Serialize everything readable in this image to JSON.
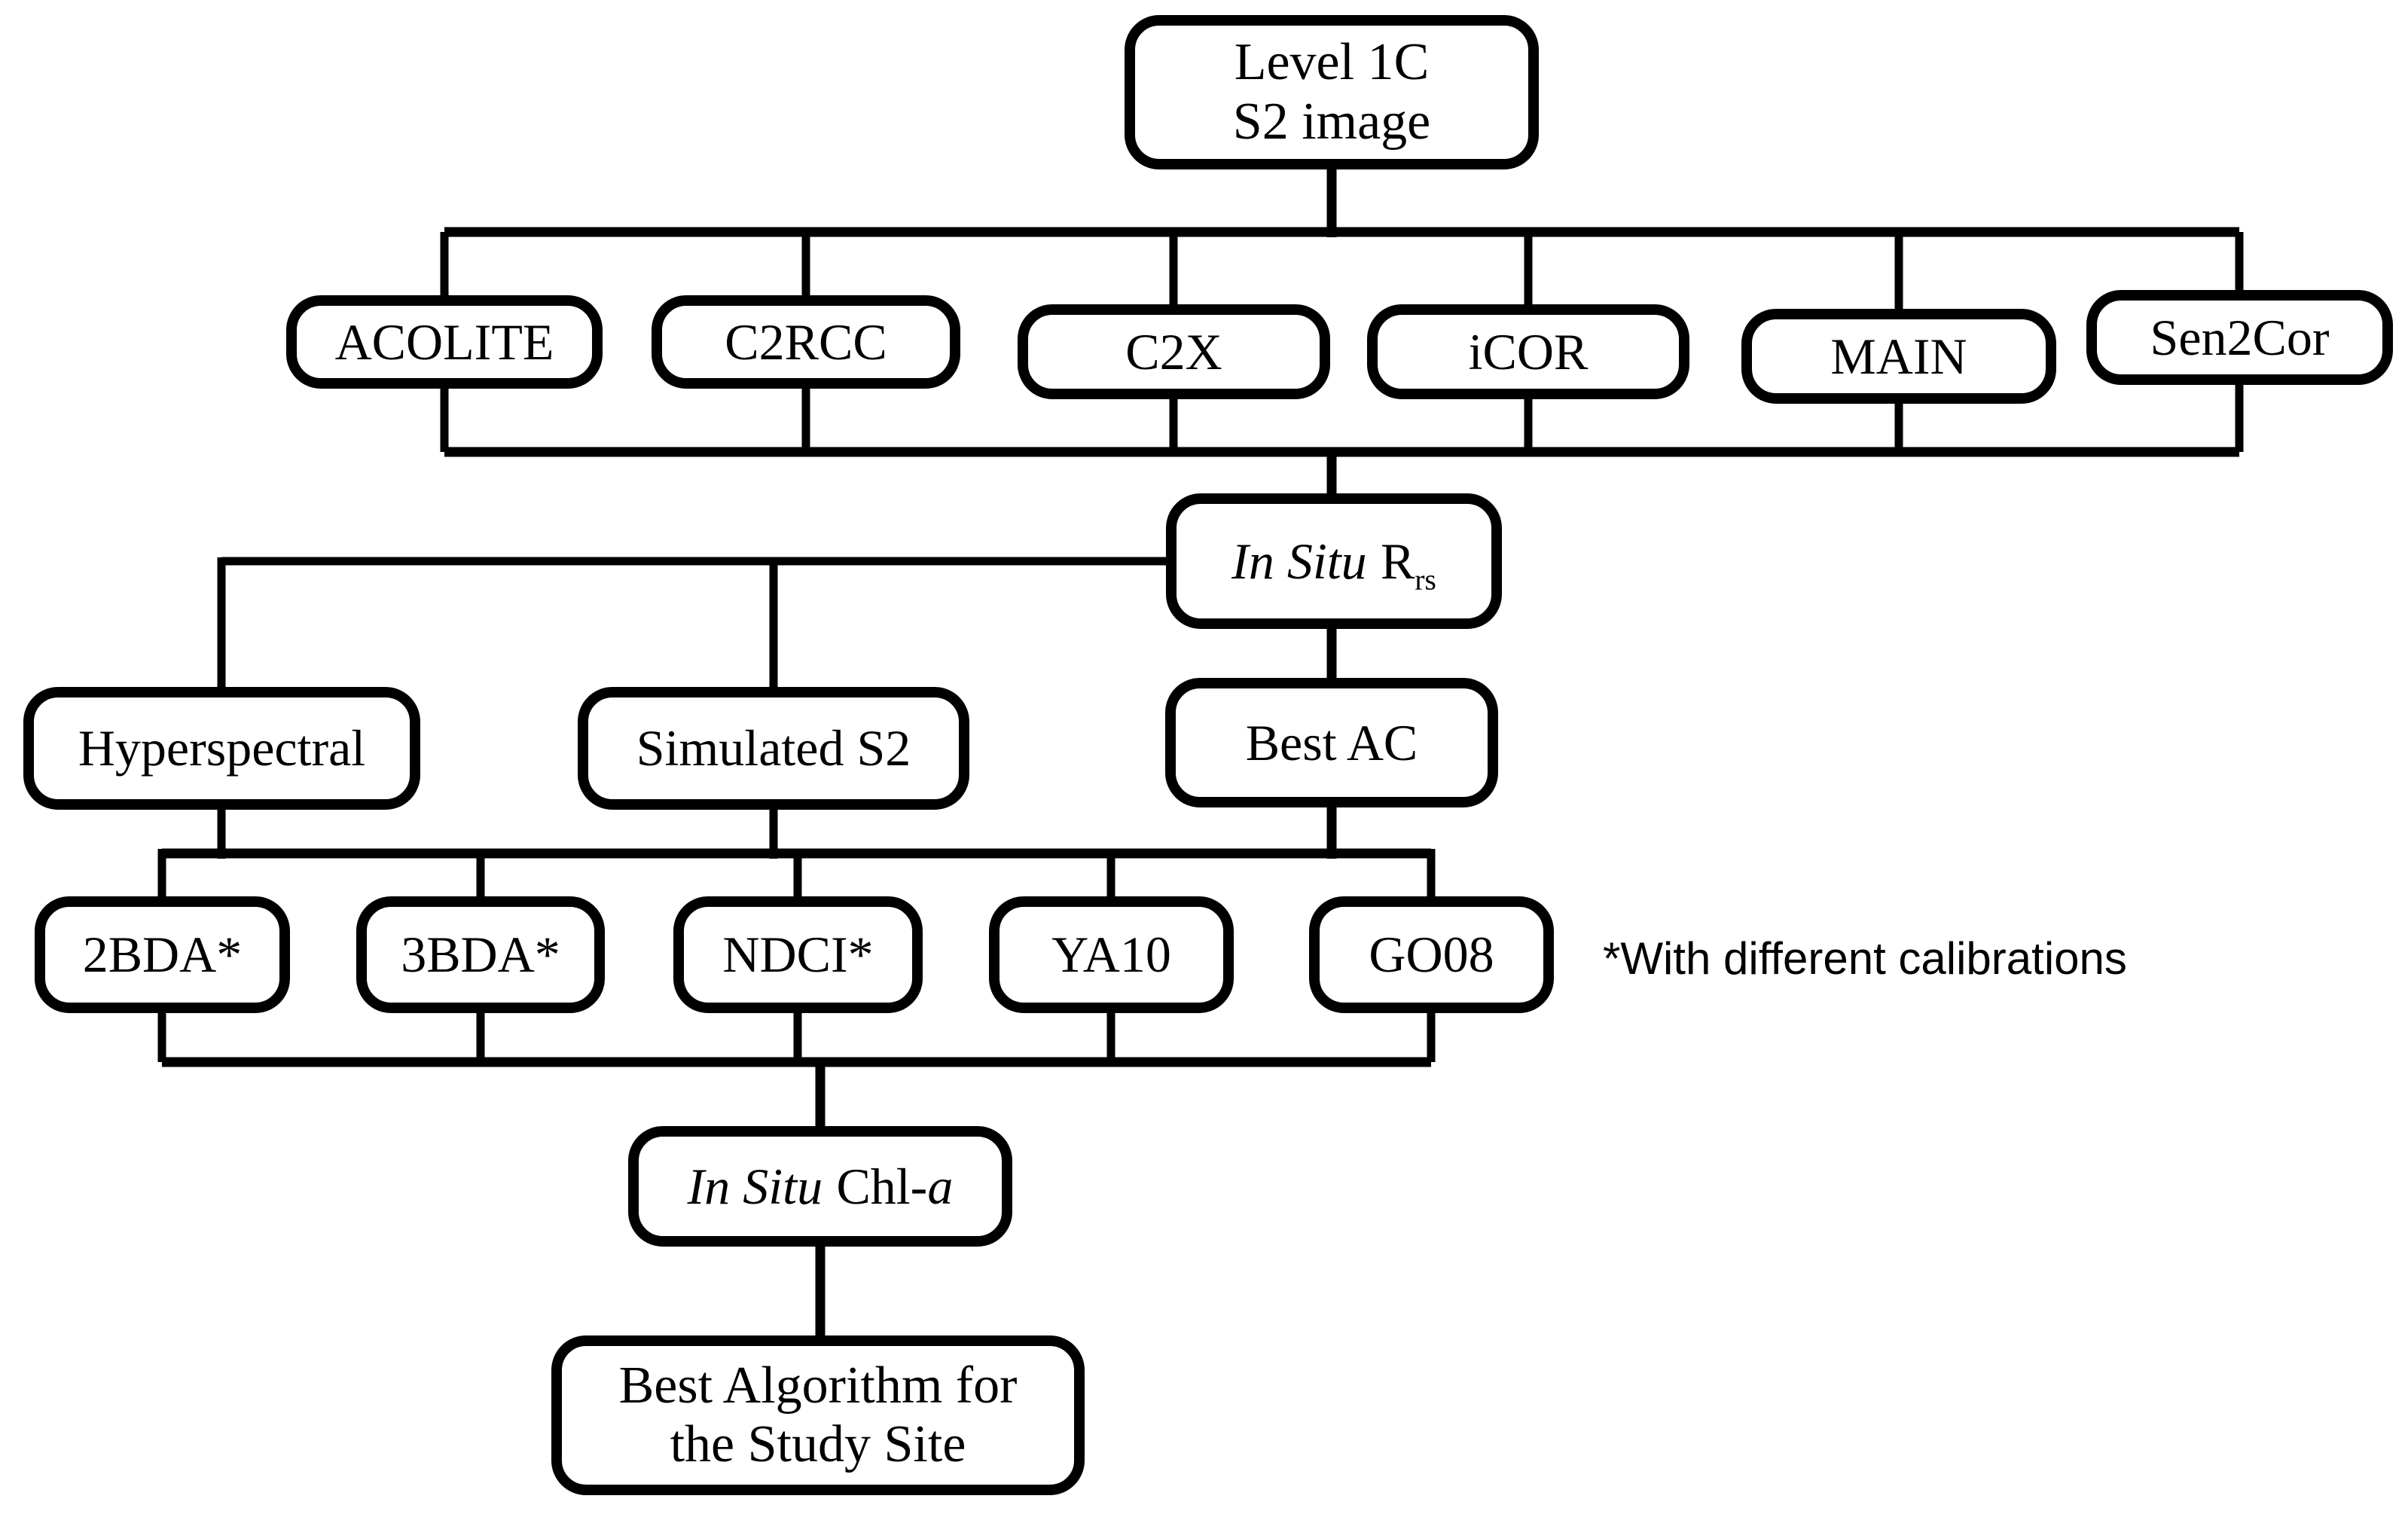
{
  "figure": {
    "colors": {
      "line": "#000000",
      "ink": "#000000",
      "bg": "#ffffff"
    },
    "annotation": {
      "text": "*With different calibrations"
    },
    "nodes": {
      "level1c": {
        "lines": [
          "Level 1C",
          "S2 image"
        ]
      },
      "acolite": {
        "label": "ACOLITE"
      },
      "c2rcc": {
        "label": "C2RCC"
      },
      "c2x": {
        "label": "C2X"
      },
      "icor": {
        "label": "iCOR"
      },
      "main": {
        "label": "MAIN"
      },
      "sen2cor": {
        "label": "Sen2Cor"
      },
      "insitu_rrs": {
        "italic": "In Situ",
        "normal": "R",
        "subscript": "rs"
      },
      "hyperspectral": {
        "label": "Hyperspectral"
      },
      "simulated_s2": {
        "label": "Simulated S2"
      },
      "best_ac": {
        "label": "Best AC"
      },
      "bda2": {
        "label": "2BDA*"
      },
      "bda3": {
        "label": "3BDA*"
      },
      "ndci": {
        "label": "NDCI*"
      },
      "ya10": {
        "label": "YA10"
      },
      "go08": {
        "label": "GO08"
      },
      "insitu_chla": {
        "italic": "In Situ",
        "normal": "Chl-",
        "italic_suffix": "a"
      },
      "best_algorithm": {
        "lines": [
          "Best Algorithm for",
          "the Study Site"
        ]
      }
    }
  }
}
